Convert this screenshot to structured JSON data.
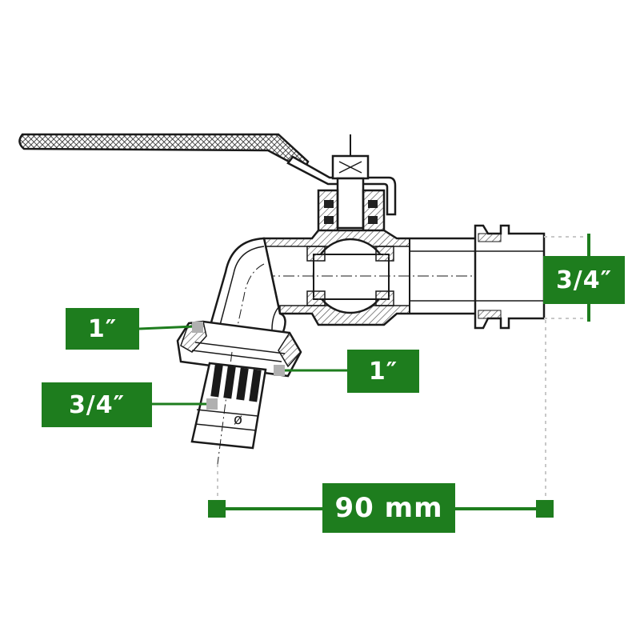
{
  "diagram": {
    "labels": {
      "inlet_nut_left": "1″",
      "union_nut_right": "1″",
      "hose_connector": "3/4″",
      "inlet_thread": "3/4″",
      "length": "90 mm"
    },
    "inner_marks": {
      "diameter_symbol": "ø"
    }
  },
  "colors": {
    "accent_green": "#1e7d1e",
    "line": "#1a1a1a",
    "marker_gray": "#b0b0b0",
    "guide_gray": "#c8c8c8",
    "hatch": "#666666"
  }
}
